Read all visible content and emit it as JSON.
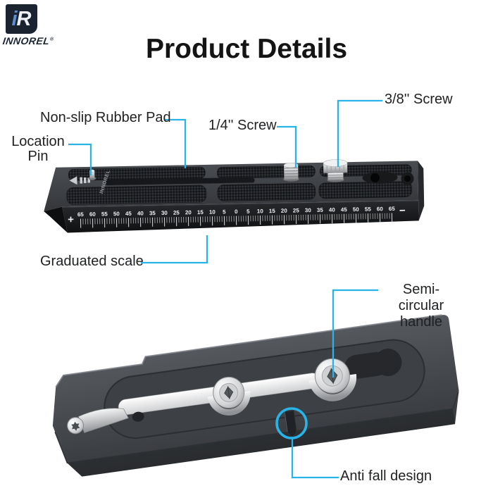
{
  "logo": {
    "monogram_i": "i",
    "monogram_r": "R",
    "word": "INNOREL",
    "registered": "®"
  },
  "header": {
    "title": "Product Details"
  },
  "colors": {
    "accent": "#29b4e8",
    "label_text": "#1f2022",
    "plate_dark": "#17181b",
    "silver": "#cfd1d3"
  },
  "top_view": {
    "labels": {
      "rubber_pad": "Non-slip Rubber Pad",
      "location_line1": "Location",
      "location_line2": "Pin",
      "quarter_screw": "1/4'' Screw",
      "three_eighths_screw": "3/8'' Screw",
      "graduated_scale": "Graduated scale"
    },
    "engraving": "INNOREL",
    "scale": {
      "numbers": [
        65,
        60,
        55,
        50,
        45,
        40,
        35,
        30,
        25,
        20,
        15,
        10,
        5,
        0,
        5,
        10,
        15,
        20,
        25,
        30,
        35,
        40,
        45,
        50,
        55,
        60,
        65
      ],
      "plus_sign": "+",
      "minus_sign": "−"
    }
  },
  "bottom_view": {
    "labels": {
      "semi_handle_line1": "Semi-circular",
      "semi_handle_line2": "handle",
      "anti_fall": "Anti fall design"
    }
  }
}
